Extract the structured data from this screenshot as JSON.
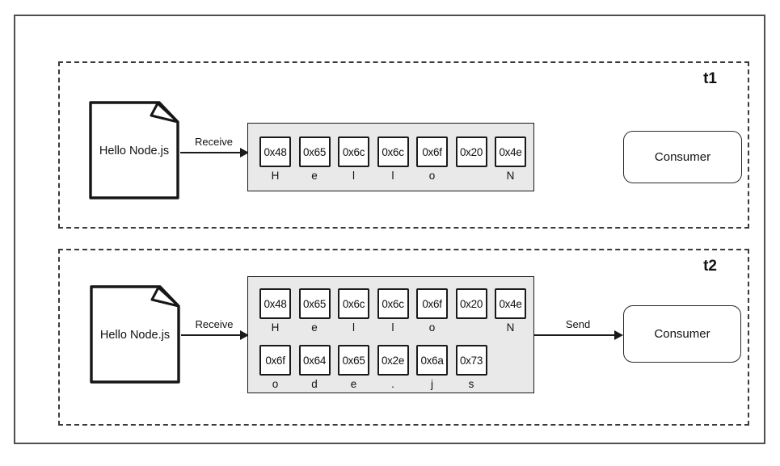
{
  "colors": {
    "buffer_bg": "#e9e9e9",
    "line": "#1a1a1a"
  },
  "frames": [
    {
      "id": "t1",
      "label": "t1",
      "source_file": "Hello Node.js",
      "receive_label": "Receive",
      "consumer_label": "Consumer",
      "buffer_rows": [
        [
          {
            "hex": "0x48",
            "char": "H"
          },
          {
            "hex": "0x65",
            "char": "e"
          },
          {
            "hex": "0x6c",
            "char": "l"
          },
          {
            "hex": "0x6c",
            "char": "l"
          },
          {
            "hex": "0x6f",
            "char": "o"
          },
          {
            "hex": "0x20",
            "char": ""
          },
          {
            "hex": "0x4e",
            "char": "N"
          }
        ]
      ]
    },
    {
      "id": "t2",
      "label": "t2",
      "source_file": "Hello Node.js",
      "receive_label": "Receive",
      "send_label": "Send",
      "consumer_label": "Consumer",
      "buffer_rows": [
        [
          {
            "hex": "0x48",
            "char": "H"
          },
          {
            "hex": "0x65",
            "char": "e"
          },
          {
            "hex": "0x6c",
            "char": "l"
          },
          {
            "hex": "0x6c",
            "char": "l"
          },
          {
            "hex": "0x6f",
            "char": "o"
          },
          {
            "hex": "0x20",
            "char": ""
          },
          {
            "hex": "0x4e",
            "char": "N"
          }
        ],
        [
          {
            "hex": "0x6f",
            "char": "o"
          },
          {
            "hex": "0x64",
            "char": "d"
          },
          {
            "hex": "0x65",
            "char": "e"
          },
          {
            "hex": "0x2e",
            "char": "."
          },
          {
            "hex": "0x6a",
            "char": "j"
          },
          {
            "hex": "0x73",
            "char": "s"
          }
        ]
      ]
    }
  ]
}
